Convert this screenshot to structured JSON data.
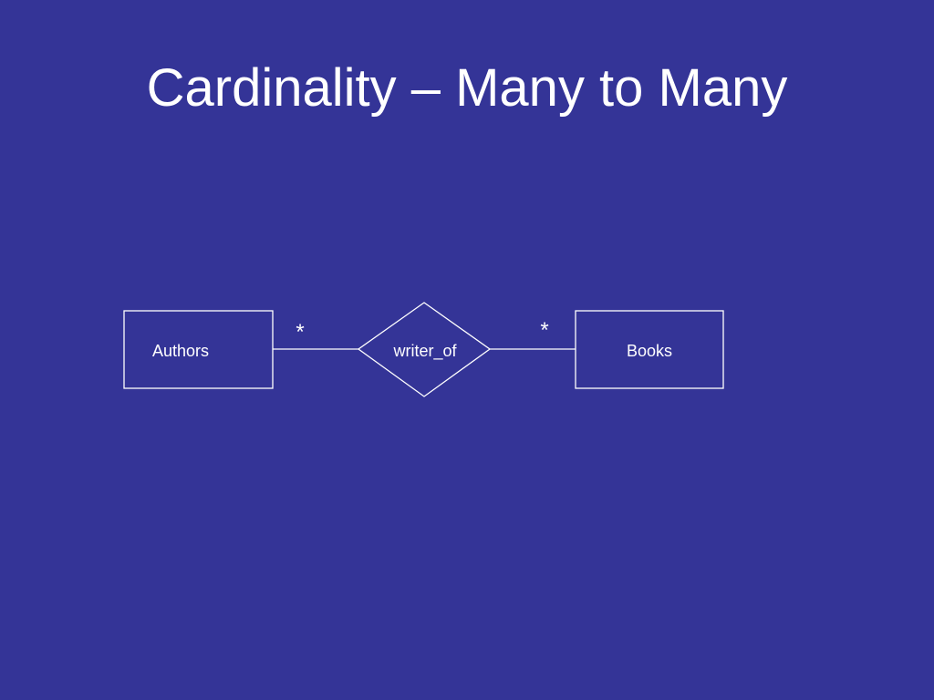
{
  "slide": {
    "title": "Cardinality – Many to Many"
  },
  "diagram": {
    "entities": [
      {
        "label": "Authors"
      },
      {
        "label": "Books"
      }
    ],
    "relationship": {
      "label": "writer_of"
    },
    "cardinalities": [
      {
        "symbol": "*"
      },
      {
        "symbol": "*"
      }
    ],
    "colors": {
      "background": "#343497",
      "stroke": "#ffffff",
      "text": "#ffffff"
    }
  }
}
